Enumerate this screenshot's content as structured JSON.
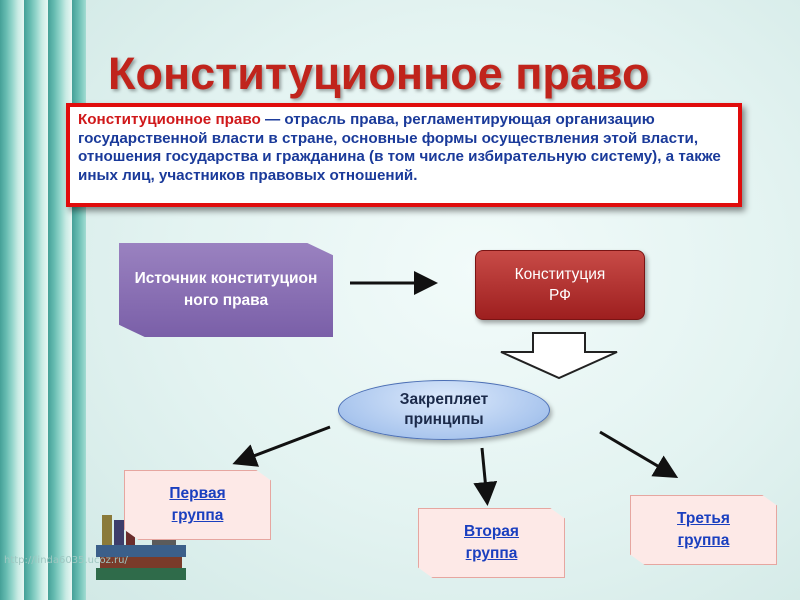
{
  "title": "Конституционное право",
  "definition": {
    "term": "Конституционное право",
    "text": " — отрасль права, регламентирующая организацию государственной власти в стране, основные формы осуществления этой власти, отношения государства и гражданина (в том числе избирательную систему), а также иных лиц, участников правовых отношений."
  },
  "source_box": "Источник конституционного права",
  "constitution_box": "Конституция РФ",
  "principles_ellipse": "Закрепляет принципы",
  "groups": [
    "Первая группа",
    "Вторая группа",
    "Третья группа"
  ],
  "watermark": "http://linda6035.ucoz.ru/",
  "colors": {
    "title": "#c0241c",
    "definition_border": "#e00c0c",
    "definition_text": "#1a3a9a",
    "source_box": "#7a5fa8",
    "constitution_box": "#9e1f1f",
    "ellipse": "#aac6ee",
    "group_box": "#fde9e7",
    "group_text": "#1a3fbf"
  }
}
